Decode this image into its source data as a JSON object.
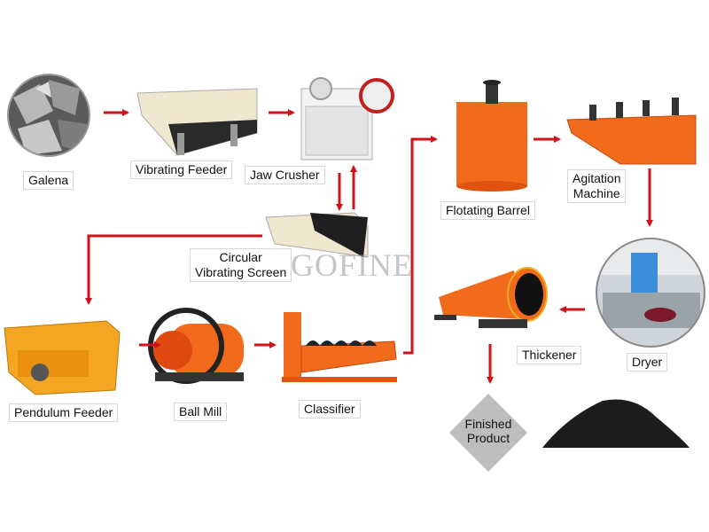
{
  "watermark": "GOFINE",
  "stages": {
    "galena": "Galena",
    "vibrating_feeder": "Vibrating Feeder",
    "jaw_crusher": "Jaw Crusher",
    "circular_screen_line1": "Circular",
    "circular_screen_line2": "Vibrating Screen",
    "pendulum_feeder": "Pendulum Feeder",
    "ball_mill": "Ball Mill",
    "classifier": "Classifier",
    "flotating_barrel": "Flotating Barrel",
    "agitation_line1": "Agitation",
    "agitation_line2": "Machine",
    "dryer": "Dryer",
    "thickener": "Thickener",
    "finished_line1": "Finished",
    "finished_line2": "Product"
  },
  "colors": {
    "arrow": "#d0111b",
    "machine": "#f26a1b",
    "ore": "#8a8a8a",
    "product": "#1c1c1c"
  }
}
